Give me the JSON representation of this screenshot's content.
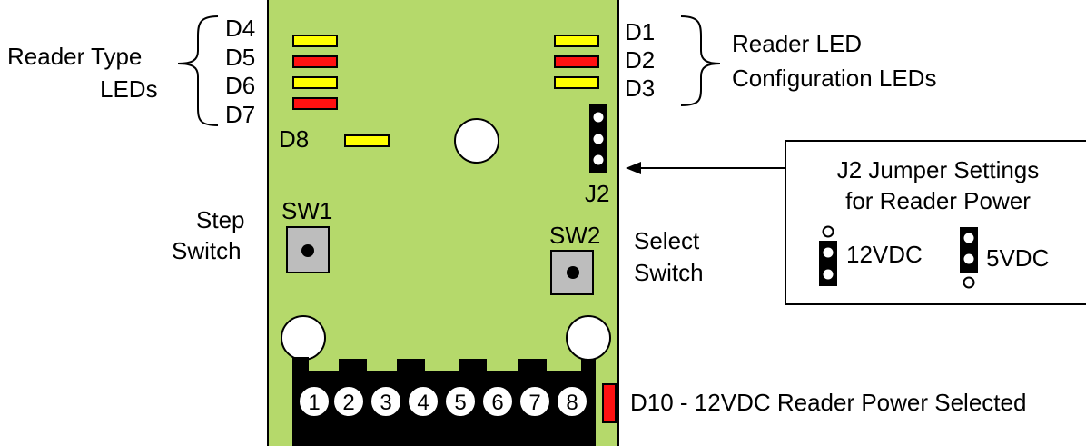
{
  "colors": {
    "board": "#b5d96b",
    "led_yellow": "#ffff00",
    "led_red": "#ff1111",
    "switch_gray": "#bdbdbd",
    "connector": "#000000"
  },
  "left_group": {
    "line1": "Reader Type",
    "line2": "LEDs"
  },
  "right_group": {
    "line1": "Reader LED",
    "line2": "Configuration LEDs"
  },
  "leds": {
    "d4": {
      "label": "D4",
      "color": "yellow"
    },
    "d5": {
      "label": "D5",
      "color": "red"
    },
    "d6": {
      "label": "D6",
      "color": "yellow"
    },
    "d7": {
      "label": "D7",
      "color": "red"
    },
    "d8": {
      "label": "D8",
      "color": "yellow"
    },
    "d1": {
      "label": "D1",
      "color": "yellow"
    },
    "d2": {
      "label": "D2",
      "color": "red"
    },
    "d3": {
      "label": "D3",
      "color": "yellow"
    },
    "d10": {
      "label": "D10 - 12VDC Reader Power Selected",
      "color": "red"
    }
  },
  "jumper": {
    "label": "J2"
  },
  "switches": {
    "sw1": {
      "label": "SW1",
      "caption_line1": "Step",
      "caption_line2": "Switch"
    },
    "sw2": {
      "label": "SW2",
      "caption_line1": "Select",
      "caption_line2": "Switch"
    }
  },
  "jumper_settings": {
    "title_line1": "J2 Jumper Settings",
    "title_line2": "for Reader Power",
    "option_12v": "12VDC",
    "option_5v": "5VDC"
  },
  "terminals": [
    "1",
    "2",
    "3",
    "4",
    "5",
    "6",
    "7",
    "8"
  ]
}
